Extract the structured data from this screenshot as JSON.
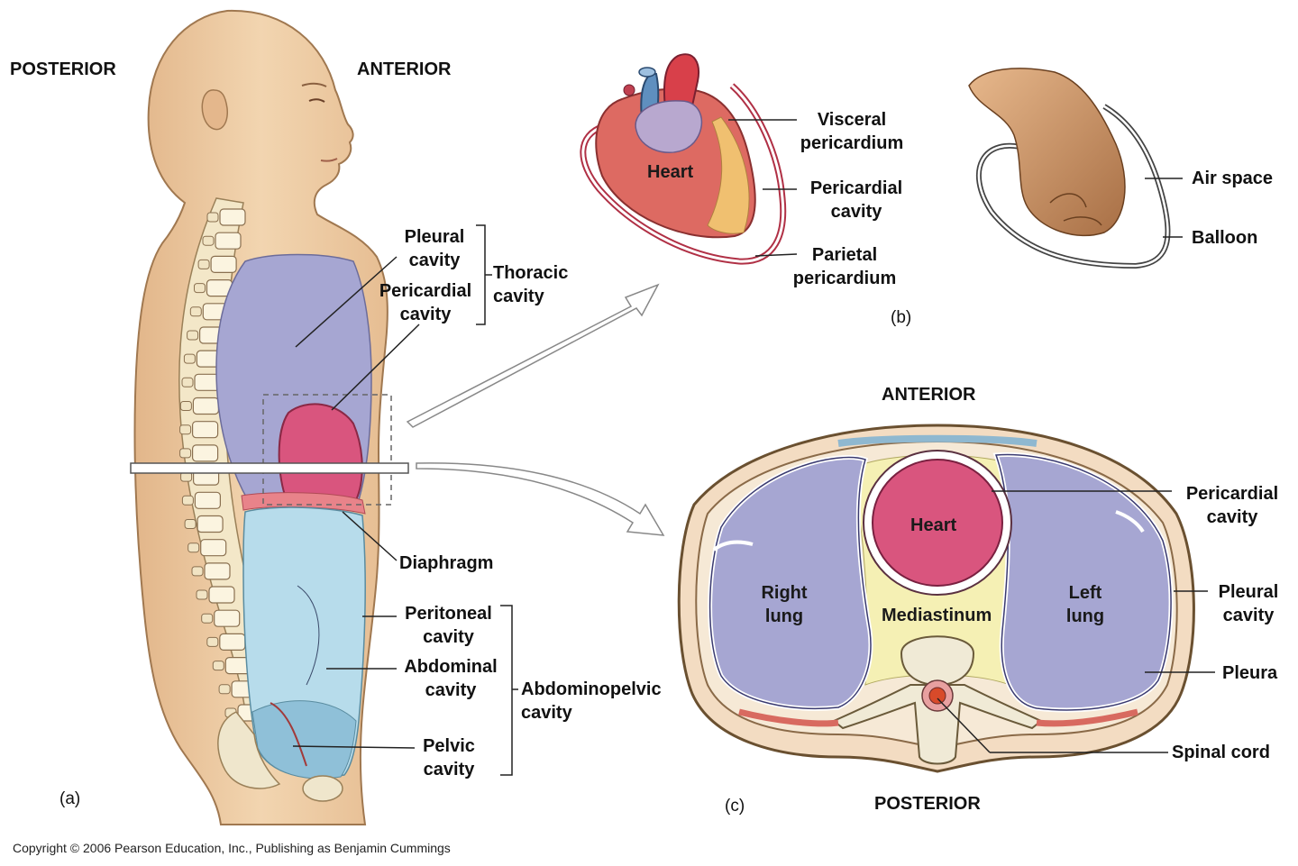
{
  "panel_a": {
    "posterior": "POSTERIOR",
    "anterior": "ANTERIOR",
    "pleural_cavity": [
      "Pleural",
      "cavity"
    ],
    "pericardial_cavity": [
      "Pericardial",
      "cavity"
    ],
    "thoracic_cavity": [
      "Thoracic",
      "cavity"
    ],
    "diaphragm": "Diaphragm",
    "peritoneal_cavity": [
      "Peritoneal",
      "cavity"
    ],
    "abdominal_cavity": [
      "Abdominal",
      "cavity"
    ],
    "abdominopelvic_cavity": [
      "Abdominopelvic",
      "cavity"
    ],
    "pelvic_cavity": [
      "Pelvic",
      "cavity"
    ],
    "tag": "(a)"
  },
  "panel_b": {
    "heart": "Heart",
    "visceral_pericardium": [
      "Visceral",
      "pericardium"
    ],
    "pericardial_cavity": [
      "Pericardial",
      "cavity"
    ],
    "parietal_pericardium": [
      "Parietal",
      "pericardium"
    ],
    "air_space": "Air space",
    "balloon": "Balloon",
    "tag": "(b)"
  },
  "panel_c": {
    "anterior": "ANTERIOR",
    "posterior": "POSTERIOR",
    "heart": "Heart",
    "right_lung": [
      "Right",
      "lung"
    ],
    "left_lung": [
      "Left",
      "lung"
    ],
    "mediastinum": "Mediastinum",
    "pericardial_cavity": [
      "Pericardial",
      "cavity"
    ],
    "pleural_cavity": [
      "Pleural",
      "cavity"
    ],
    "pleura": "Pleura",
    "spinal_cord": "Spinal cord",
    "tag": "(c)"
  },
  "copyright": "Copyright © 2006 Pearson Education, Inc., Publishing as Benjamin Cummings",
  "colors": {
    "skin": "#ecc9a0",
    "lung": "#a6a6d2",
    "heart": "#d9557e",
    "abdomen": "#b7dceb",
    "mediastinum": "#f5f0b4",
    "diaphragm": "#e8838a"
  }
}
